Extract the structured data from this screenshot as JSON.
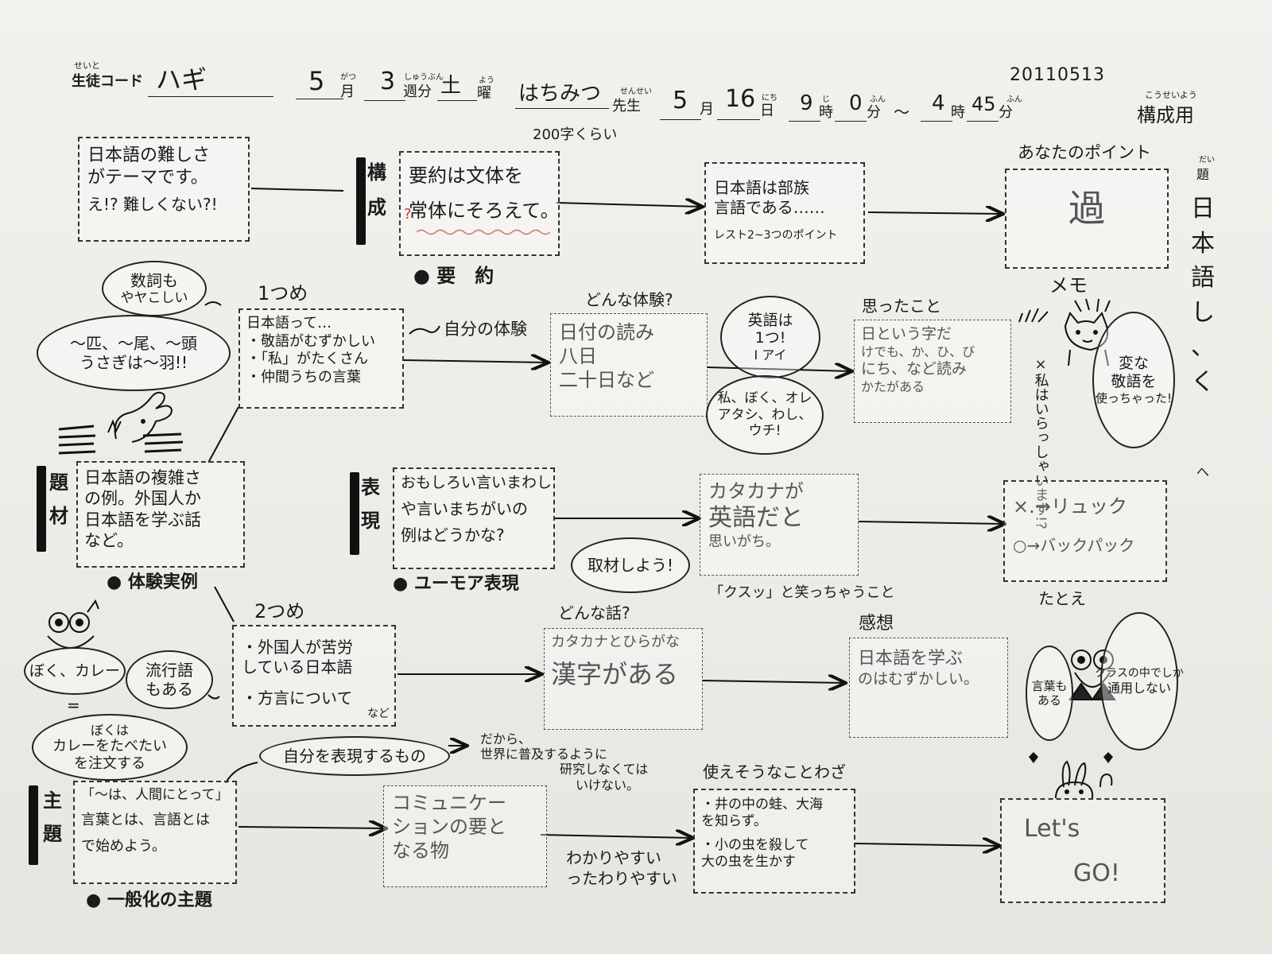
{
  "header": {
    "student_code_ruby": "せいと",
    "student_code_label": "生徒コード",
    "student_code_value": "ハギ",
    "month_num": "5",
    "month_ruby": "がつ",
    "month_label": "月",
    "week_num": "3",
    "week_ruby": "しゅうぶん",
    "week_label": "週分",
    "day_value": "土",
    "day_ruby": "よう",
    "day_label": "曜",
    "teacher_value": "はちみつ",
    "teacher_ruby": "せんせい",
    "teacher_label": "先生",
    "date_month": "5",
    "date_month_label": "月",
    "date_day": "16",
    "date_day_ruby": "にち",
    "date_day_label": "日",
    "start_hour": "9",
    "hour_ruby": "じ",
    "hour_label": "時",
    "start_min": "0",
    "min_ruby": "ふん",
    "min_label": "分",
    "tilde": "～",
    "end_hour": "4",
    "end_min": "45",
    "end_min_label": "分",
    "doc_date": "20110513",
    "title_ruby": "こうせいよう",
    "title": "構成用"
  },
  "target_length": "200字くらい",
  "sections": {
    "kousei": {
      "label_chars": [
        "構",
        "成"
      ]
    },
    "daizai": {
      "label_chars": [
        "題",
        "材"
      ]
    },
    "hyougen": {
      "label_chars": [
        "表",
        "現"
      ]
    },
    "shudai": {
      "label_chars": [
        "主",
        "題"
      ]
    }
  },
  "boxes": {
    "theme": [
      "日本語の難しさ",
      "がテーマです。",
      "え!? 難しくない?!"
    ],
    "summary": [
      "要約は文体を",
      "常体にそろえて。"
    ],
    "summary_mark": "?",
    "summary_caption": "● 要　約",
    "nihongo": [
      "日本語は部族",
      "言語である……",
      "レスト2~3つのポイント"
    ],
    "point_header": "あなたのポイント",
    "point_content": "過",
    "memo_label": "メモ",
    "first_header": "1つめ",
    "first": [
      "日本語って…",
      "・敬語がむずかしい",
      "・「私」がたくさん",
      "・仲間うちの言葉"
    ],
    "own_experience": "自分の体験",
    "what_experience_header": "どんな体験?",
    "what_experience": [
      "日付の読み",
      "八日",
      "二十日など"
    ],
    "english_bubble": [
      "英語は",
      "1つ!",
      "I アイ"
    ],
    "pronoun_bubble": [
      "私、ぼく、オレ",
      "アタシ、わし、",
      "ウチ!"
    ],
    "thought_header": "思ったこと",
    "thought": [
      "日という字だ",
      "けでも、か、ひ、び",
      "にち、など読み",
      "かたがある"
    ],
    "topic_example": [
      "日本語の複雑さ",
      "の例。外国人か",
      "日本語を学ぶ話",
      "など。"
    ],
    "experience_caption": "● 体験実例",
    "humor": [
      "おもしろい言いまわし",
      "や言いまちがいの",
      "例はどうかな?"
    ],
    "humor_caption": "● ユーモア表現",
    "katakana": [
      "カタカナが",
      "英語だと",
      "思いがち。"
    ],
    "interview_bubble": "取材しよう!",
    "laugh_caption": "「クスッ」と笑っちゃうこと",
    "rucksack": [
      "×.→リュック",
      "○→バックパック"
    ],
    "tatoe_label": "たとえ",
    "second_header": "2つめ",
    "second": [
      "・外国人が苦労",
      "している日本語",
      "・方言について"
    ],
    "second_suffix": "など",
    "what_story_header": "どんな話?",
    "what_story": [
      "カタカナとひらがな",
      "漢字がある"
    ],
    "impression_header": "感想",
    "impression": [
      "日本語を学ぶ",
      "のはむずかしい。"
    ],
    "self_express_bubble": "自分を表現するもの",
    "therefore_note": [
      "だから、",
      "世界に普及するように",
      "研究しなくては",
      "いけない。"
    ],
    "generalize": [
      "「〜は、人間にとって」",
      "言葉とは、言語とは",
      "で始めよう。"
    ],
    "generalize_caption": "● 一般化の主題",
    "communication": [
      "コミュニケー",
      "ションの要と",
      "なる物"
    ],
    "understand_note": [
      "わかりやすい",
      "ったわりやすい"
    ],
    "proverb_header": "使えそうなことわざ",
    "proverb": [
      "・井の中の蛙、大海",
      "を知らず。",
      "・小の虫を殺して",
      "大の虫を生かす"
    ],
    "letsgo": [
      "Let's",
      "GO!"
    ]
  },
  "doodles": {
    "counter_bubble": [
      "数詞も",
      "やヤこしい"
    ],
    "animal_counter_bubble": [
      "〜匹、〜尾、〜頭",
      "うさぎは〜羽!!"
    ],
    "boku_curry_bubble": "ぼく、カレー",
    "equals": "=",
    "curry_explain_bubble": [
      "ぼくは",
      "カレーをたべたい",
      "を注文する"
    ],
    "slang_bubble": [
      "流行語",
      "もある"
    ],
    "strange_keigo_bubble": [
      "変な",
      "敬語を",
      "使っちゃった!"
    ],
    "irasshai": [
      "×私はいらっしゃいます!?"
    ],
    "class_only_bubble": [
      "クラスの中でしか",
      "通用しない"
    ],
    "words_too_bubble": [
      "言葉も",
      "ある"
    ]
  },
  "right_edge": {
    "ruby": "だい",
    "chars": [
      "題",
      "日",
      "本",
      "語",
      "し",
      "、",
      "く",
      "へ"
    ]
  }
}
